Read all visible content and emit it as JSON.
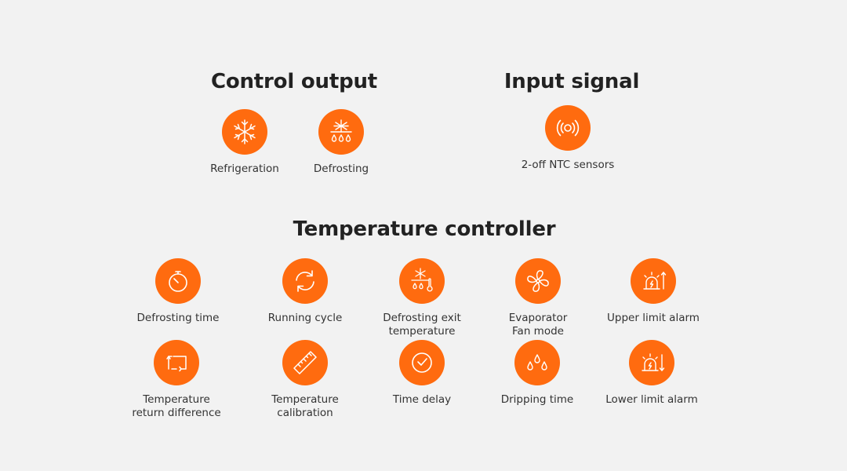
{
  "sections": {
    "control_output": {
      "title": "Control output",
      "items": [
        {
          "label": "Refrigeration",
          "icon": "snowflake-icon"
        },
        {
          "label": "Defrosting",
          "icon": "defrost-drops-icon"
        }
      ]
    },
    "input_signal": {
      "title": "Input signal",
      "items": [
        {
          "label": "2-off NTC sensors",
          "icon": "sensor-signal-icon"
        }
      ]
    },
    "temperature_controller": {
      "title": "Temperature controller",
      "items": [
        {
          "label": "Defrosting time",
          "icon": "stopwatch-icon"
        },
        {
          "label": "Running cycle",
          "icon": "cycle-arrows-icon"
        },
        {
          "label": "Defrosting exit\ntemperature",
          "icon": "defrost-thermometer-icon"
        },
        {
          "label": "Evaporator\nFan mode",
          "icon": "fan-icon"
        },
        {
          "label": "Upper limit alarm",
          "icon": "alarm-upper-icon"
        },
        {
          "label": "Temperature\nreturn difference",
          "icon": "return-arrows-icon"
        },
        {
          "label": "Temperature\ncalibration",
          "icon": "ruler-icon"
        },
        {
          "label": "Time delay",
          "icon": "clock-icon"
        },
        {
          "label": "Dripping time",
          "icon": "drips-icon"
        },
        {
          "label": "Lower limit alarm",
          "icon": "alarm-lower-icon"
        }
      ]
    }
  },
  "colors": {
    "accent": "#ff6b0f",
    "background": "#f2f2f2",
    "heading": "#222222",
    "text": "#333333"
  }
}
